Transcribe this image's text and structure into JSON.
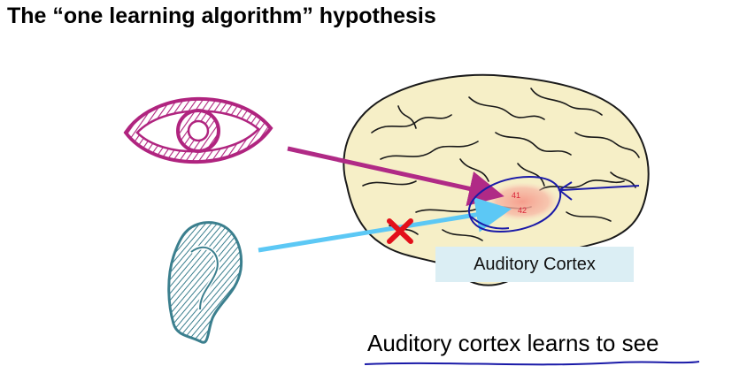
{
  "slide": {
    "title": "The “one learning algorithm” hypothesis",
    "cortex_label": "Auditory Cortex",
    "caption": "Auditory cortex learns to see",
    "area_41": "41",
    "area_42": "42"
  },
  "colors": {
    "eye": "#b0247f",
    "ear": "#3b7f8e",
    "eye_arrow": "#b02a86",
    "ear_arrow": "#5cc8f5",
    "annotation_blue": "#1a1aa8",
    "cross": "#e3101a",
    "label_bg": "#dbeef4",
    "brain_fill": "#f6efc7"
  },
  "icons": [
    "eye-icon",
    "ear-icon",
    "brain-illustration",
    "cross-mark-icon"
  ]
}
